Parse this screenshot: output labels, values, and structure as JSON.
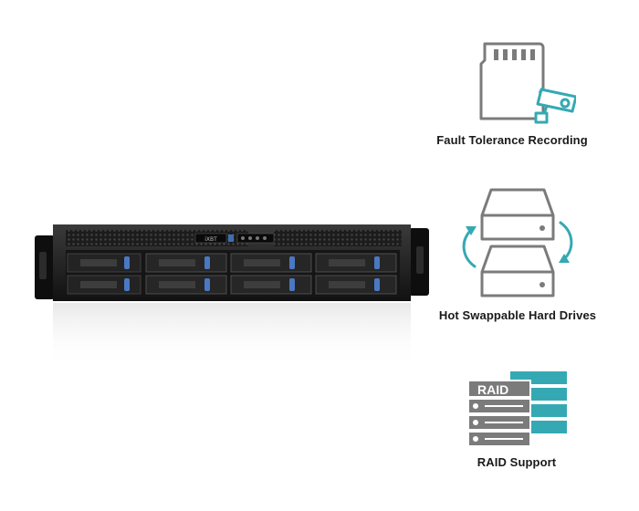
{
  "server": {
    "logo_text": "iXBT"
  },
  "features": [
    {
      "icon": "sd-card-security-camera-icon",
      "label": "Fault Tolerance Recording"
    },
    {
      "icon": "hot-swap-drives-icon",
      "label": "Hot Swappable Hard Drives"
    },
    {
      "icon": "raid-stack-icon",
      "label": "RAID Support"
    }
  ],
  "raid_badge": "RAID",
  "colors": {
    "teal": "#35a9b3",
    "gray": "#7b7b7b",
    "label": "#1a1a1a"
  }
}
